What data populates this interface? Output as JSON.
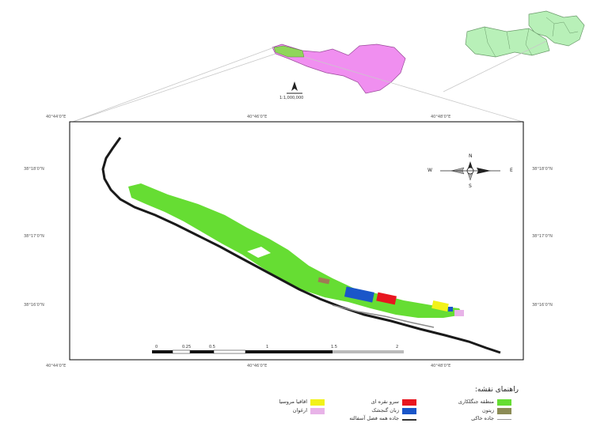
{
  "map": {
    "inset_scale": "1:1,000,000",
    "top_coords": [
      "40°44'0\"E",
      "40°46'0\"E",
      "40°48'0\"E"
    ],
    "bottom_coords": [
      "40°44'0\"E",
      "40°46'0\"E",
      "40°48'0\"E"
    ],
    "left_coords": [
      "38°18'0\"N",
      "38°17'0\"N",
      "38°16'0\"N"
    ],
    "right_coords": [
      "38°18'0\"N",
      "38°17'0\"N",
      "38°16'0\"N"
    ],
    "scale_ticks": [
      "0",
      "0.25",
      "0.5",
      "1",
      "1.5",
      "2"
    ],
    "compass": {
      "n": "N",
      "s": "S",
      "e": "E",
      "w": "W"
    }
  },
  "legend": {
    "title": "راهنمای نقشه:",
    "items": [
      {
        "label": "منطقه جنگلکاری",
        "color": "#66dd33",
        "kind": "box"
      },
      {
        "label": "سرو نقره ای",
        "color": "#e8161f",
        "kind": "box"
      },
      {
        "label": "اقاقیا مروسیا",
        "color": "#f2f21a",
        "kind": "box"
      },
      {
        "label": "زیتون",
        "color": "#8b8b55",
        "kind": "box"
      },
      {
        "label": "زبان گنجشک",
        "color": "#1a56c9",
        "kind": "box"
      },
      {
        "label": "ارغوان",
        "color": "#e8b3e8",
        "kind": "box"
      },
      {
        "label": "جاده خاکی",
        "color": "#999999",
        "kind": "line-thin"
      },
      {
        "label": "جاده همه فصل آسفالته",
        "color": "#333333",
        "kind": "line"
      }
    ]
  }
}
